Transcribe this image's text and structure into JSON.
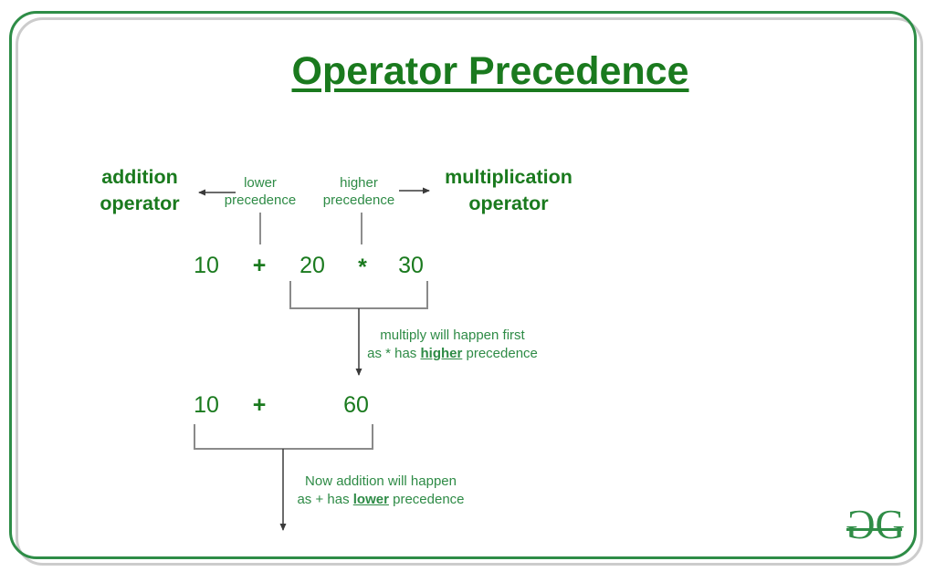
{
  "title": "Operator Precedence",
  "labels": {
    "addition_operator": "addition operator",
    "multiplication_operator": "multiplication operator",
    "lower_precedence": "lower precedence",
    "higher_precedence": "higher precedence"
  },
  "expression": {
    "operand1": "10",
    "plus": "+",
    "operand2": "20",
    "star": "*",
    "operand3": "30"
  },
  "result_expression": {
    "operand1": "10",
    "plus": "+",
    "result": "60"
  },
  "annotations": {
    "multiply_note": {
      "line1": "multiply will happen first",
      "line2_prefix": "as * has ",
      "line2_emphasis": "higher",
      "line2_suffix": " precedence"
    },
    "addition_note": {
      "line1": "Now addition will happen",
      "line2_prefix": "as + has ",
      "line2_emphasis": "lower",
      "line2_suffix": " precedence"
    }
  },
  "logo": {
    "letter1": "G",
    "letter2": "G"
  },
  "colors": {
    "dark_green": "#1a7a1e",
    "mid_green": "#2e8b46",
    "logo_green": "#2f8d46",
    "border_green": "#2e8d47",
    "border_gray": "#cccccc",
    "stub_gray": "#686868",
    "bracket_gray": "#8a8a8a",
    "arrow_dark": "#3a3a3a"
  }
}
